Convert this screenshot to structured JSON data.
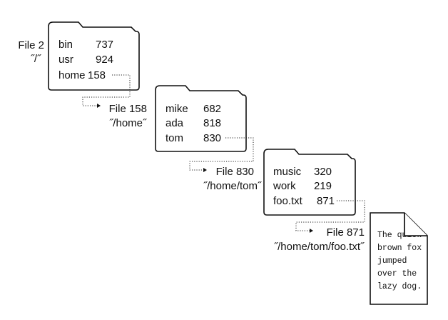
{
  "directories": [
    {
      "id": "root",
      "file_label": "File 2",
      "path": "˝/˝",
      "entries": [
        {
          "name": "bin",
          "inode": "737"
        },
        {
          "name": "usr",
          "inode": "924"
        },
        {
          "name": "home",
          "inode": "158"
        }
      ]
    },
    {
      "id": "home",
      "file_label": "File 158",
      "path": "˝/home˝",
      "entries": [
        {
          "name": "mike",
          "inode": "682"
        },
        {
          "name": "ada",
          "inode": "818"
        },
        {
          "name": "tom",
          "inode": "830"
        }
      ]
    },
    {
      "id": "tom",
      "file_label": "File 830",
      "path": "˝/home/tom˝",
      "entries": [
        {
          "name": "music",
          "inode": "320"
        },
        {
          "name": "work",
          "inode": "219"
        },
        {
          "name": "foo.txt",
          "inode": "871"
        }
      ]
    }
  ],
  "file": {
    "file_label": "File 871",
    "path": "˝/home/tom/foo.txt˝",
    "content_lines": [
      "The quick",
      "brown fox",
      "jumped",
      "over the",
      "lazy dog."
    ]
  }
}
